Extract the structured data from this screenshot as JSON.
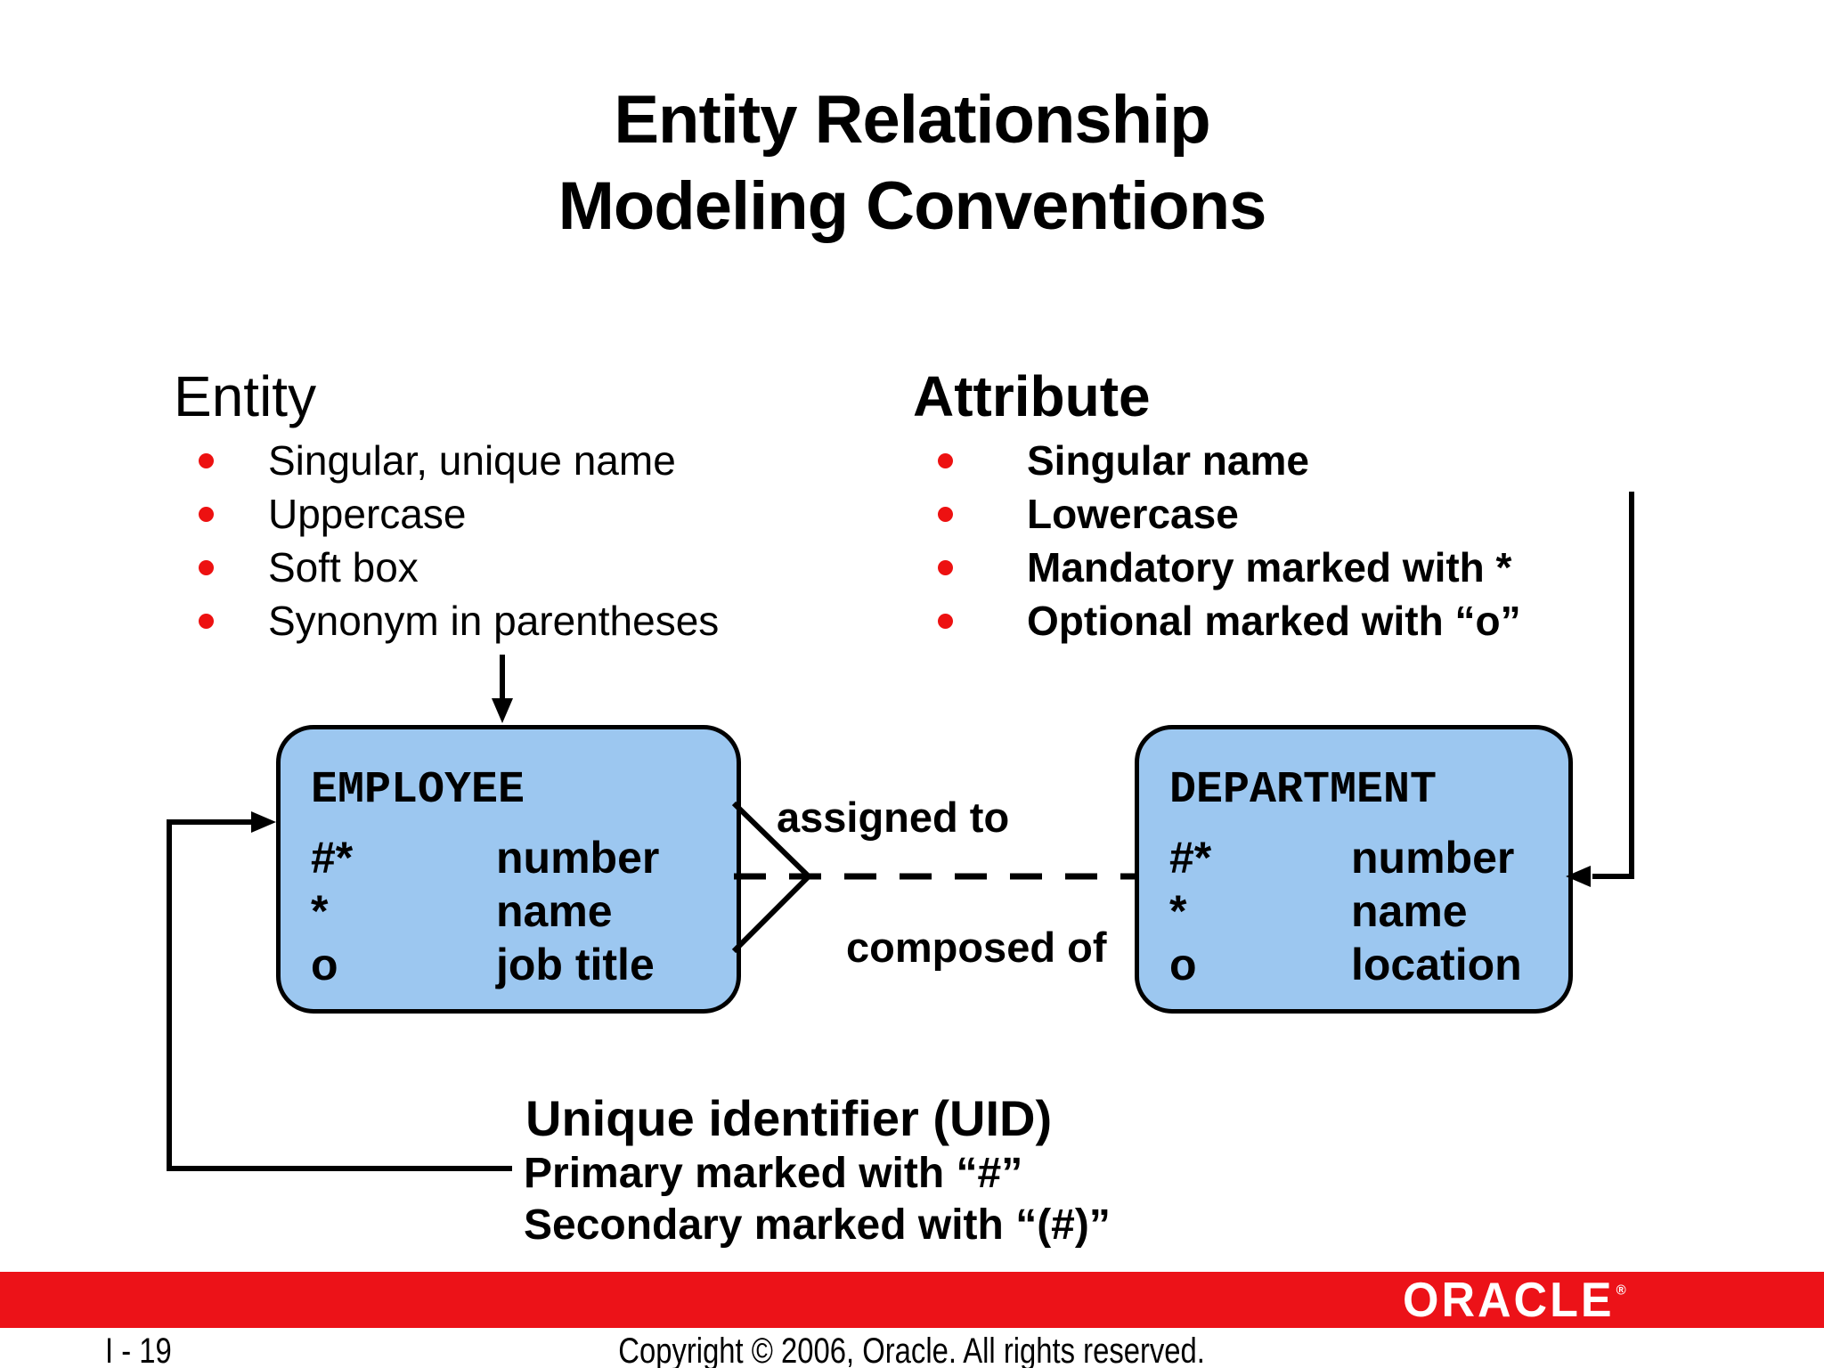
{
  "title": {
    "line1": "Entity Relationship",
    "line2": "Modeling Conventions"
  },
  "entity_section": {
    "heading": "Entity",
    "bullets": [
      "Singular, unique name",
      "Uppercase",
      "Soft box",
      "Synonym in parentheses"
    ]
  },
  "attribute_section": {
    "heading": "Attribute",
    "bullets": [
      "Singular name",
      "Lowercase",
      "Mandatory marked with *",
      "Optional marked with “o”"
    ]
  },
  "diagram": {
    "employee": {
      "name": "EMPLOYEE",
      "attributes": [
        {
          "marker": "#*",
          "name": "number"
        },
        {
          "marker": "*",
          "name": "name"
        },
        {
          "marker": "o",
          "name": "job title"
        }
      ]
    },
    "department": {
      "name": "DEPARTMENT",
      "attributes": [
        {
          "marker": "#*",
          "name": "number"
        },
        {
          "marker": "*",
          "name": "name"
        },
        {
          "marker": "o",
          "name": "location"
        }
      ]
    },
    "relationship": {
      "label_top": "assigned to",
      "label_bottom": "composed of"
    }
  },
  "uid_section": {
    "heading": "Unique identifier (UID)",
    "line1": "Primary marked with “#”",
    "line2": "Secondary marked with “(#)”"
  },
  "footer": {
    "page": "I - 19",
    "copyright": "Copyright © 2006, Oracle. All rights reserved.",
    "logo": "ORACLE",
    "logo_mark": "®"
  },
  "colors": {
    "entity_fill": "#9CC7F0",
    "bullet_red": "#ED1111",
    "oracle_red": "#EC1218",
    "text": "#000000"
  }
}
